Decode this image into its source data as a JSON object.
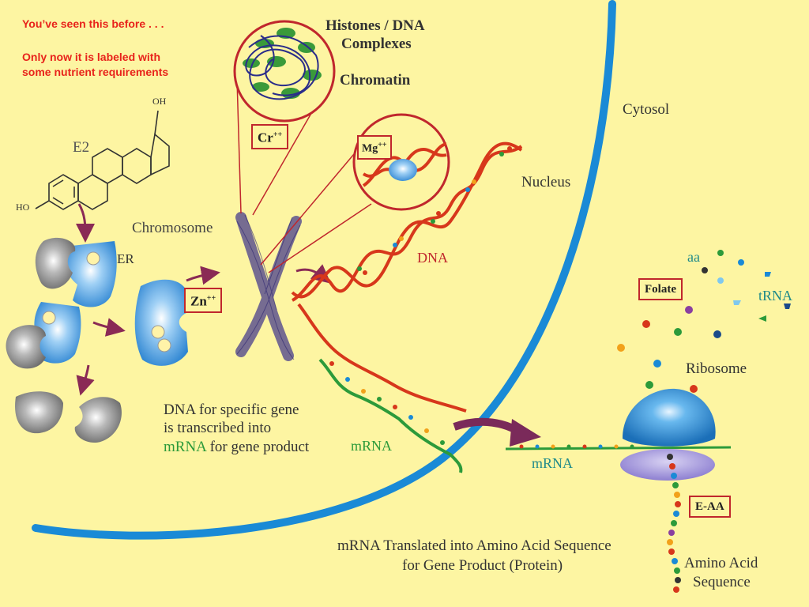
{
  "notes": {
    "line1": "You’ve seen this before . . .",
    "line2": "Only now it is labeled with",
    "line3": "some nutrient requirements"
  },
  "labels": {
    "histones_line1": "Histones / DNA",
    "histones_line2": "Complexes",
    "chromatin": "Chromatin",
    "e2": "E2",
    "oh": "OH",
    "ho": "HO",
    "chromosome": "Chromosome",
    "er": "ER",
    "cytosol": "Cytosol",
    "nucleus": "Nucleus",
    "dna": "DNA",
    "aa": "aa",
    "trna": "tRNA",
    "ribosome": "Ribosome",
    "mrna_nucleus": "mRNA",
    "mrna_cytosol": "mRNA",
    "amino_line1": "Amino Acid",
    "amino_line2": "Sequence"
  },
  "boxes": {
    "cr": "Cr",
    "cr_sup": "++",
    "mg": "Mg",
    "mg_sup": "++",
    "zn": "Zn",
    "zn_sup": "++",
    "folate": "Folate",
    "eaa": "E-AA"
  },
  "captions": {
    "transcription_line1": "DNA for specific gene",
    "transcription_line2": "is transcribed into",
    "transcription_line3_part1": "mRNA",
    "transcription_line3_part2": " for gene product",
    "translation_line1": "mRNA Translated into Amino Acid Sequence",
    "translation_line2": "for Gene Product (Protein)"
  },
  "colors": {
    "background": "#fdf5a2",
    "membrane": "#1a8ad6",
    "dna": "#d7371b",
    "mrna": "#2c9a3a",
    "receptor_blue": "#5aa9e6",
    "receptor_gray": "#9a9a9a",
    "chromosome": "#4a3f8c",
    "arrow": "#8a2a55",
    "box_border": "#c0272d"
  }
}
